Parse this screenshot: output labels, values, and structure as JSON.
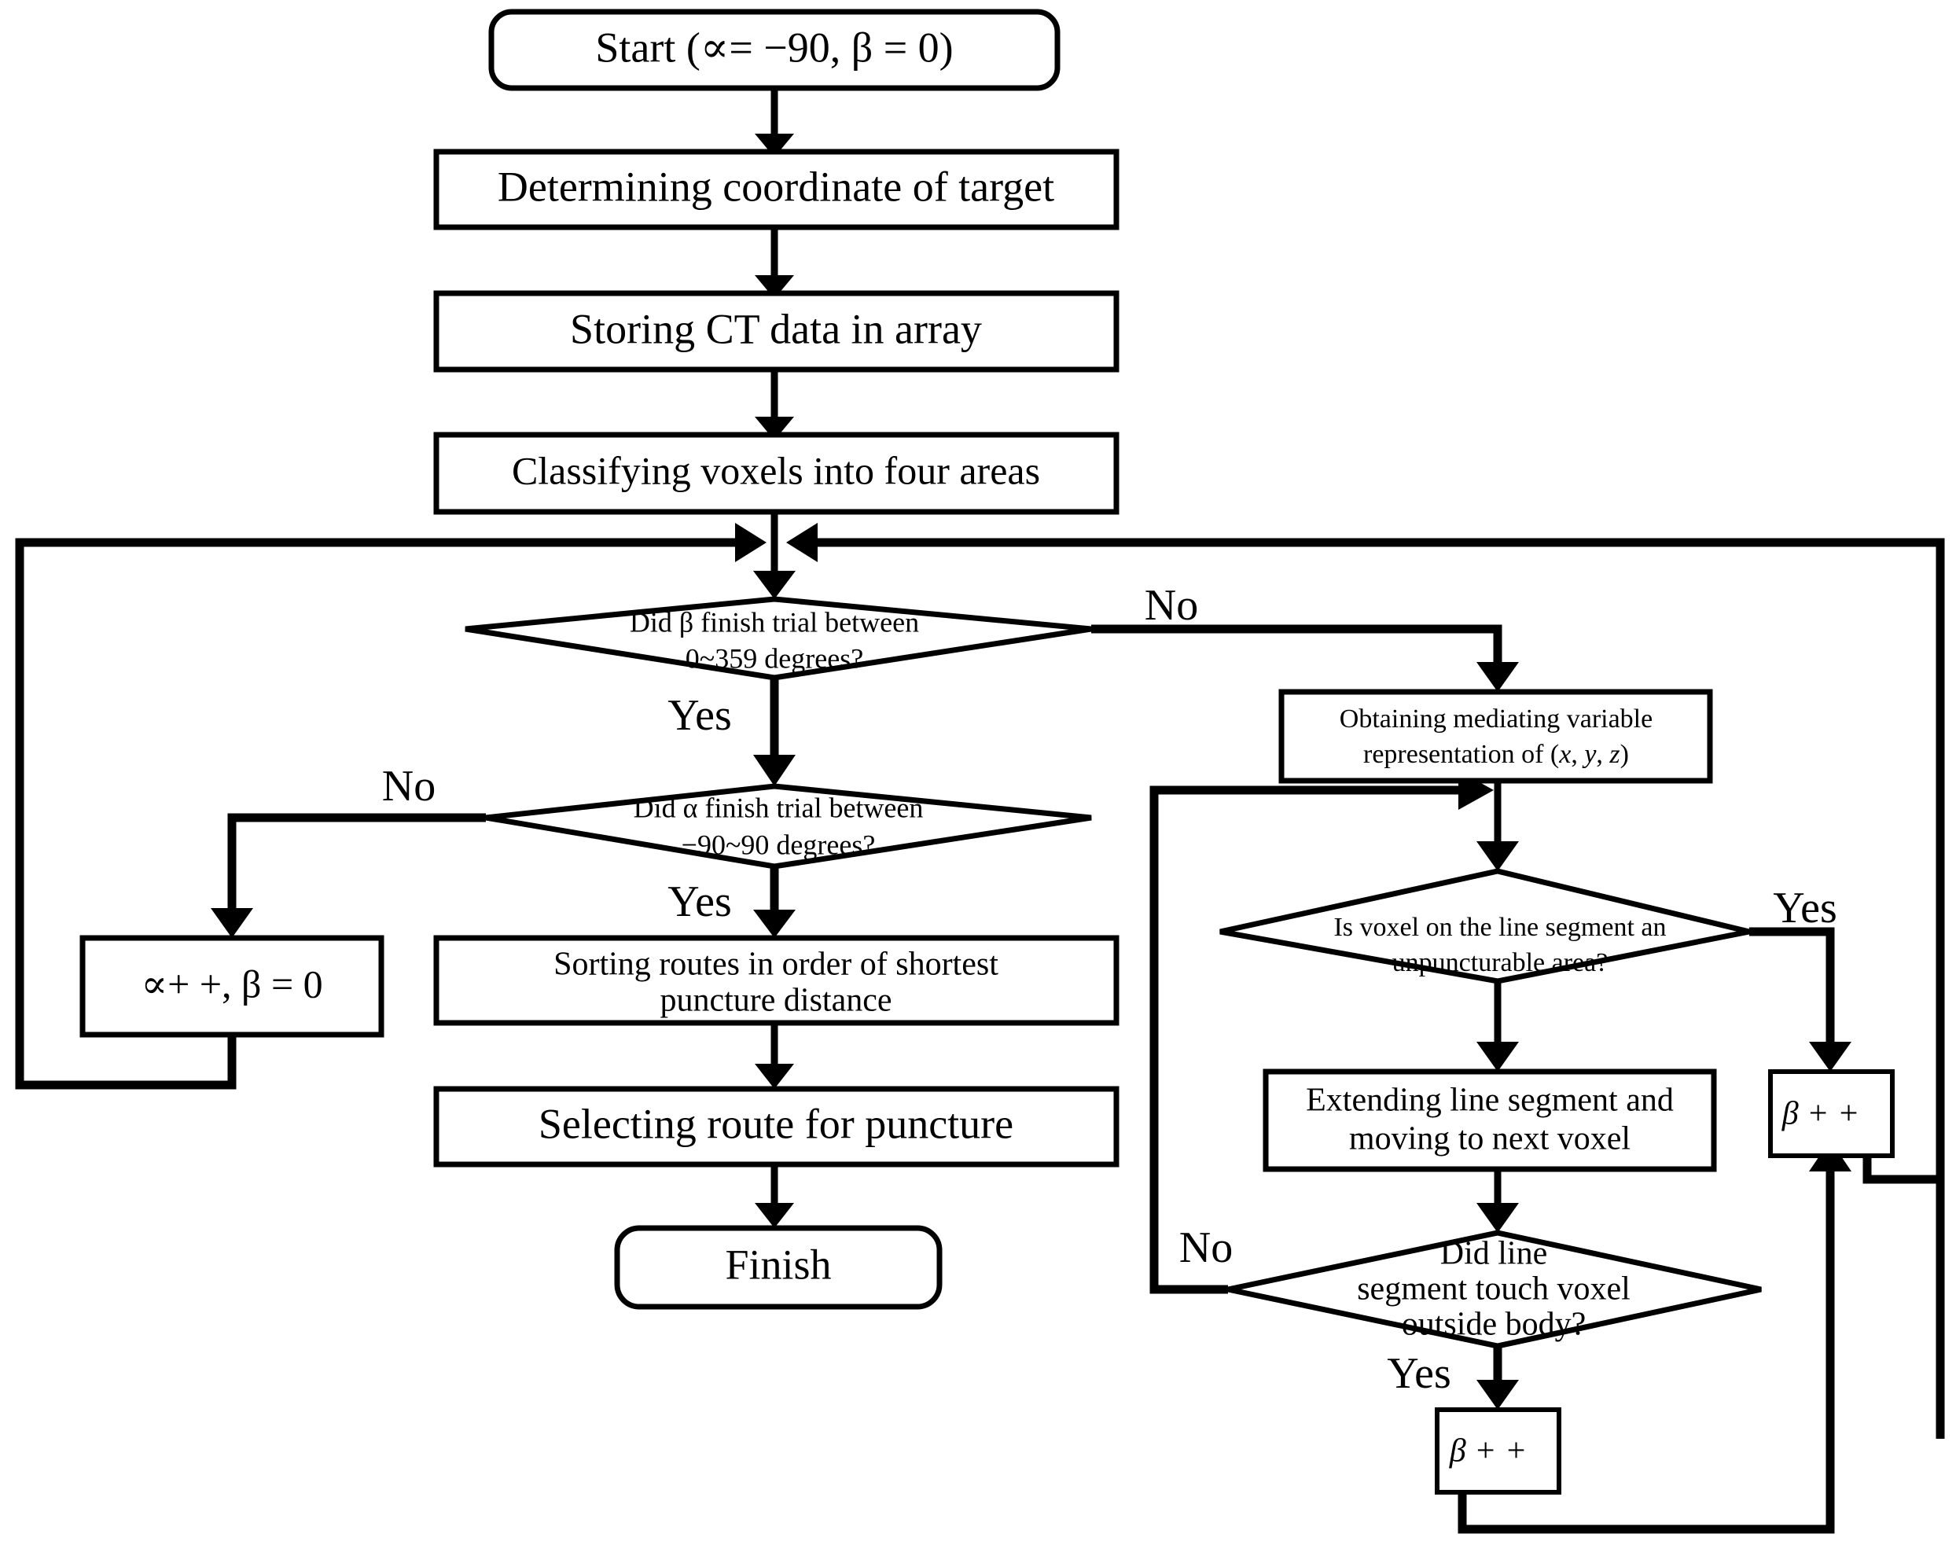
{
  "diagram": {
    "type": "flowchart",
    "title": "Puncture route planning flowchart",
    "orientation": "top-to-bottom",
    "background_color": "#ffffff",
    "line_color": "#000000",
    "nodes": {
      "start": {
        "shape": "rounded-rectangle",
        "text": "Start (∝= −90,  β = 0)"
      },
      "determine_target": {
        "shape": "rectangle",
        "text": "Determining coordinate of target"
      },
      "store_ct": {
        "shape": "rectangle",
        "text": "Storing CT data in array"
      },
      "classify_voxels": {
        "shape": "rectangle",
        "text": "Classifying voxels into four areas"
      },
      "beta_trial": {
        "shape": "diamond",
        "line1": "Did β finish trial between",
        "line2": "0~359 degrees?"
      },
      "alpha_trial": {
        "shape": "diamond",
        "line1": "Did α finish trial between",
        "line2": "−90~90 degrees?"
      },
      "alpha_inc": {
        "shape": "rectangle",
        "text": "∝+ +, β = 0"
      },
      "sorting_routes": {
        "shape": "rectangle",
        "line1": "Sorting routes in order of shortest",
        "line2": "puncture distance"
      },
      "selecting_route": {
        "shape": "rectangle",
        "text": "Selecting route for puncture"
      },
      "finish": {
        "shape": "rounded-rectangle",
        "text": "Finish"
      },
      "mediating_variable": {
        "shape": "rectangle",
        "line1": "Obtaining mediating variable",
        "line2_pre": "representation of (",
        "line2_x": "x",
        "line2_c1": ", ",
        "line2_y": "y",
        "line2_c2": ", ",
        "line2_z": "z",
        "line2_post": ")"
      },
      "unpuncturable": {
        "shape": "diamond",
        "line1": "Is voxel on the line segment an",
        "line2": "unpuncturable area?"
      },
      "extend_segment": {
        "shape": "rectangle",
        "line1": "Extending line segment and",
        "line2": "moving to next voxel"
      },
      "touch_outside": {
        "shape": "diamond",
        "line1": "Did line",
        "line2": "segment touch voxel",
        "line3": "outside body?"
      },
      "beta_inc_right": {
        "shape": "rectangle",
        "text": "β + +"
      },
      "beta_inc_bottom": {
        "shape": "rectangle",
        "text": "β + +"
      }
    },
    "edge_labels": {
      "beta_trial_no": "No",
      "beta_trial_yes": "Yes",
      "alpha_trial_no": "No",
      "alpha_trial_yes": "Yes",
      "unpuncturable_yes": "Yes",
      "touch_outside_no": "No",
      "touch_outside_yes": "Yes"
    },
    "edges": [
      {
        "from": "start",
        "to": "determine_target",
        "label": ""
      },
      {
        "from": "determine_target",
        "to": "store_ct",
        "label": ""
      },
      {
        "from": "store_ct",
        "to": "classify_voxels",
        "label": ""
      },
      {
        "from": "classify_voxels",
        "to": "beta_trial",
        "label": ""
      },
      {
        "from": "beta_trial",
        "to": "mediating_variable",
        "label": "No"
      },
      {
        "from": "beta_trial",
        "to": "alpha_trial",
        "label": "Yes"
      },
      {
        "from": "alpha_trial",
        "to": "alpha_inc",
        "label": "No"
      },
      {
        "from": "alpha_trial",
        "to": "sorting_routes",
        "label": "Yes"
      },
      {
        "from": "alpha_inc",
        "to": "beta_trial",
        "label": ""
      },
      {
        "from": "sorting_routes",
        "to": "selecting_route",
        "label": ""
      },
      {
        "from": "selecting_route",
        "to": "finish",
        "label": ""
      },
      {
        "from": "mediating_variable",
        "to": "unpuncturable",
        "label": ""
      },
      {
        "from": "unpuncturable",
        "to": "beta_inc_right",
        "label": "Yes"
      },
      {
        "from": "unpuncturable",
        "to": "extend_segment",
        "label": ""
      },
      {
        "from": "extend_segment",
        "to": "touch_outside",
        "label": ""
      },
      {
        "from": "touch_outside",
        "to": "unpuncturable",
        "label": "No"
      },
      {
        "from": "touch_outside",
        "to": "beta_inc_bottom",
        "label": "Yes"
      },
      {
        "from": "beta_inc_bottom",
        "to": "beta_trial",
        "label": ""
      },
      {
        "from": "beta_inc_right",
        "to": "beta_trial",
        "label": ""
      }
    ]
  }
}
